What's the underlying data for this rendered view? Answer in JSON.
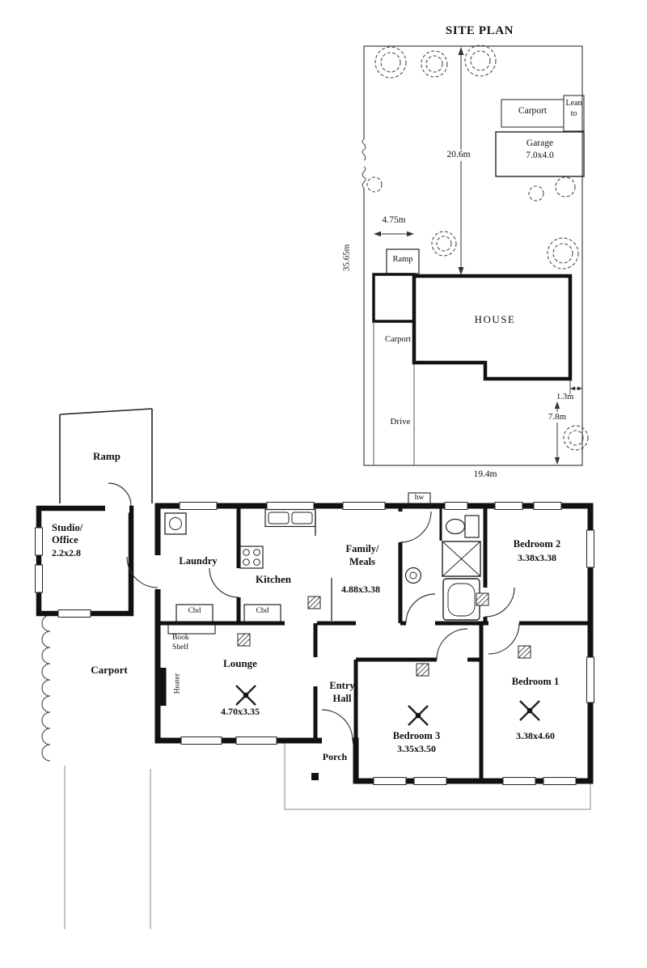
{
  "site_plan": {
    "title": "SITE PLAN",
    "labels": {
      "carport_top": "Carport",
      "lean_to": "Lean to",
      "garage_name": "Garage",
      "garage_dim": "7.0x4.0",
      "ramp": "Ramp",
      "house": "HOUSE",
      "carport_mid": "Carport",
      "drive": "Drive"
    },
    "dimensions": {
      "depth": "20.6m",
      "carport_width": "4.75m",
      "side_boundary": "35.65m",
      "side_offset": "1.3m",
      "rear_setback": "7.8m",
      "frontage": "19.4m"
    }
  },
  "floor_plan": {
    "rooms": {
      "ramp": {
        "name": "Ramp"
      },
      "studio": {
        "name_line1": "Studio/",
        "name_line2": "Office",
        "dim": "2.2x2.8"
      },
      "carport": {
        "name": "Carport"
      },
      "laundry": {
        "name": "Laundry"
      },
      "kitchen": {
        "name": "Kitchen"
      },
      "family": {
        "name_line1": "Family/",
        "name_line2": "Meals",
        "dim": "4.88x3.38"
      },
      "bedroom2": {
        "name": "Bedroom 2",
        "dim": "3.38x3.38"
      },
      "lounge": {
        "name": "Lounge",
        "dim": "4.70x3.35"
      },
      "entry": {
        "name_line1": "Entry",
        "name_line2": "Hall"
      },
      "bedroom3": {
        "name": "Bedroom 3",
        "dim": "3.35x3.50"
      },
      "bedroom1": {
        "name": "Bedroom 1",
        "dim": "3.38x4.60"
      },
      "porch": {
        "name": "Porch"
      }
    },
    "annotations": {
      "cupboard1": "Cbd",
      "cupboard2": "Cbd",
      "book_shelf_line1": "Book",
      "book_shelf_line2": "Shelf",
      "heater": "Heater",
      "hot_water": "hw"
    }
  }
}
